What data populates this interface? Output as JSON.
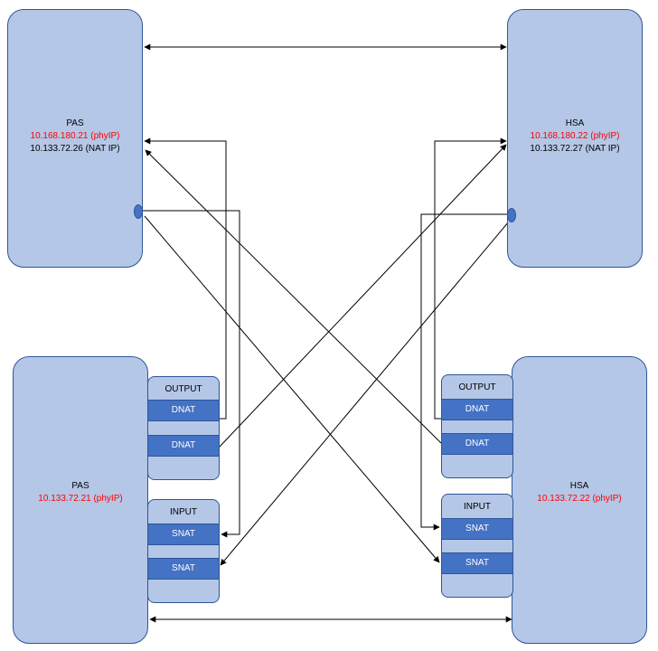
{
  "nodes": {
    "pas_top": {
      "name": "PAS",
      "phy_ip": "10.168.180.21 (phyIP)",
      "nat_ip": "10.133.72.26 (NAT IP)"
    },
    "hsa_top": {
      "name": "HSA",
      "phy_ip": "10.168.180.22 (phyIP)",
      "nat_ip": "10.133.72.27 (NAT IP)"
    },
    "pas_bottom": {
      "name": "PAS",
      "phy_ip": "10.133.72.21 (phyIP)"
    },
    "hsa_bottom": {
      "name": "HSA",
      "phy_ip": "10.133.72.22 (phyIP)"
    }
  },
  "chains": {
    "pas_output": {
      "title": "OUTPUT",
      "rules": [
        "DNAT",
        "DNAT"
      ]
    },
    "pas_input": {
      "title": "INPUT",
      "rules": [
        "SNAT",
        "SNAT"
      ]
    },
    "hsa_output": {
      "title": "OUTPUT",
      "rules": [
        "DNAT",
        "DNAT"
      ]
    },
    "hsa_input": {
      "title": "INPUT",
      "rules": [
        "SNAT",
        "SNAT"
      ]
    }
  },
  "colors": {
    "node_fill": "#b4c7e7",
    "node_border": "#2f5597",
    "rule_fill": "#4472c4",
    "phy_ip_text": "#ff0000"
  }
}
